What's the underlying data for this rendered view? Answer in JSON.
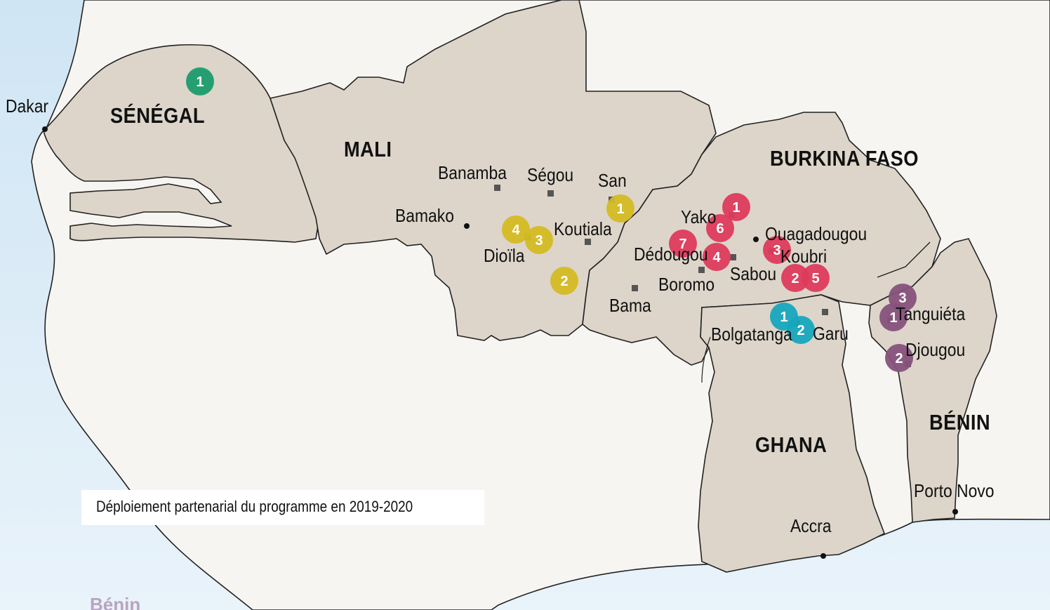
{
  "colors": {
    "sea": "#cfe5f4",
    "other_land": "#f6f5f1",
    "program_country": "#ddd5ca",
    "border": "#222222",
    "senegal_partner": "#1a9c6b",
    "mali_partner": "#d4bb22",
    "burkina_partner": "#dd3b5c",
    "ghana_partner": "#16a6bd",
    "benin_partner": "#86527b"
  },
  "countries": [
    "SÉNÉGAL",
    "MALI",
    "BURKINA FASO",
    "GHANA",
    "BÉNIN"
  ],
  "capitals": [
    "Dakar",
    "Bamako",
    "Ouagadougou",
    "Accra",
    "Porto Novo"
  ],
  "towns": [
    "Banamba",
    "Ségou",
    "San",
    "Koutiala",
    "Dioïla",
    "Yako",
    "Dédougou",
    "Koubri",
    "Sabou",
    "Boromo",
    "Bama",
    "Bolgatanga",
    "Garu",
    "Tanguiéta",
    "Djougou"
  ],
  "markers": [
    {
      "country": "SÉNÉGAL",
      "value": "1",
      "color": "#1a9c6b"
    },
    {
      "country": "MALI",
      "value": "1",
      "color": "#d4bb22"
    },
    {
      "country": "MALI",
      "value": "4",
      "color": "#d4bb22"
    },
    {
      "country": "MALI",
      "value": "3",
      "color": "#d4bb22"
    },
    {
      "country": "MALI",
      "value": "2",
      "color": "#d4bb22"
    },
    {
      "country": "BURKINA FASO",
      "value": "1",
      "color": "#dd3b5c"
    },
    {
      "country": "BURKINA FASO",
      "value": "6",
      "color": "#dd3b5c"
    },
    {
      "country": "BURKINA FASO",
      "value": "7",
      "color": "#dd3b5c"
    },
    {
      "country": "BURKINA FASO",
      "value": "4",
      "color": "#dd3b5c"
    },
    {
      "country": "BURKINA FASO",
      "value": "3",
      "color": "#dd3b5c"
    },
    {
      "country": "BURKINA FASO",
      "value": "2",
      "color": "#dd3b5c"
    },
    {
      "country": "BURKINA FASO",
      "value": "5",
      "color": "#dd3b5c"
    },
    {
      "country": "GHANA",
      "value": "1",
      "color": "#16a6bd"
    },
    {
      "country": "GHANA",
      "value": "2",
      "color": "#16a6bd"
    },
    {
      "country": "BÉNIN",
      "value": "3",
      "color": "#86527b"
    },
    {
      "country": "BÉNIN",
      "value": "1",
      "color": "#86527b"
    },
    {
      "country": "BÉNIN",
      "value": "2",
      "color": "#86527b"
    }
  ],
  "legend_text": "Déploiement partenarial du programme en 2019-2020",
  "footer_partial_text": "Bénin"
}
